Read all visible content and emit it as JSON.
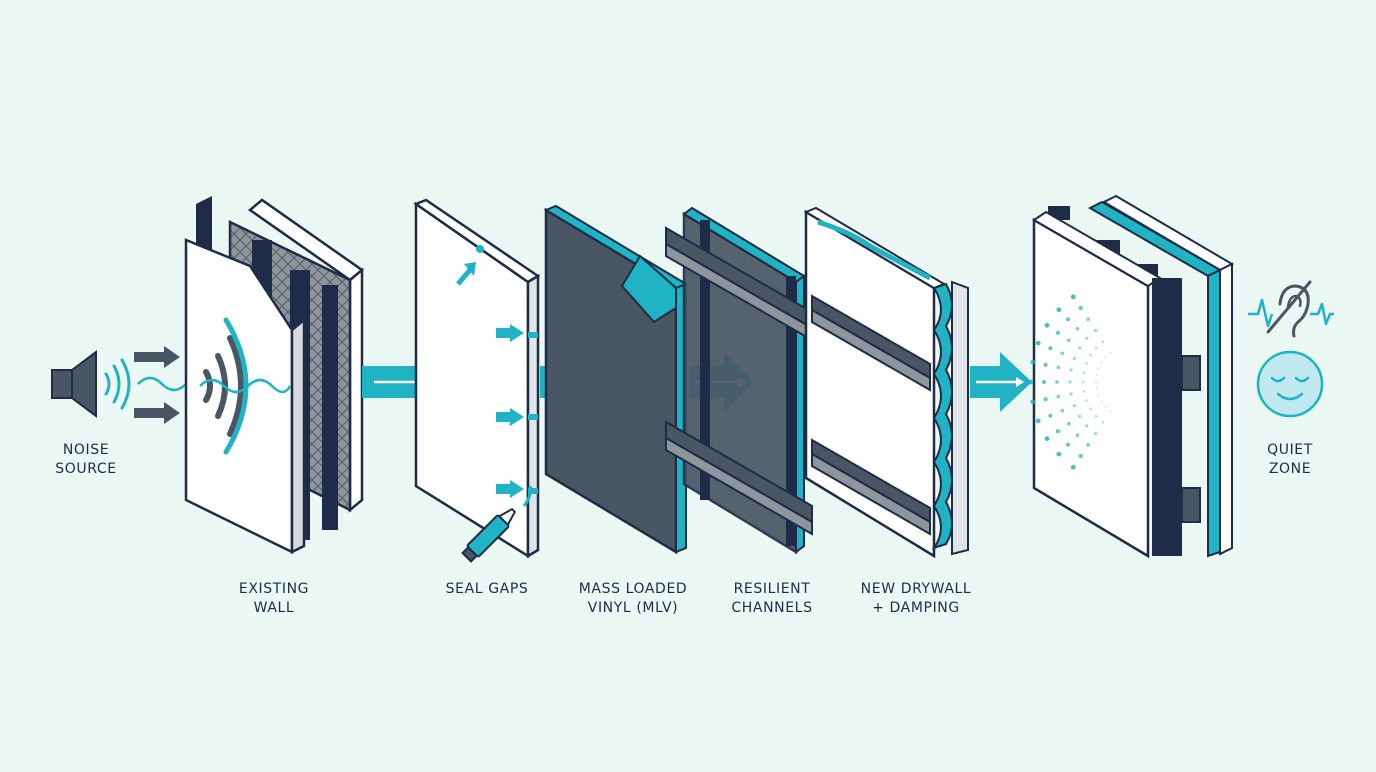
{
  "labels": {
    "noise_source": [
      "NOISE",
      "SOURCE"
    ],
    "existing_wall": [
      "EXISTING",
      "WALL"
    ],
    "seal_gaps": [
      "SEAL GAPS"
    ],
    "mlv": [
      "MASS LOADED",
      "VINYL (MLV)"
    ],
    "resilient_channels": [
      "RESILIENT",
      "CHANNELS"
    ],
    "new_drywall": [
      "NEW DRYWALL",
      "+ DAMPING"
    ],
    "quiet_zone": [
      "QUIET",
      "ZONE"
    ]
  },
  "colors": {
    "navy": "#1f2c47",
    "slate": "#4b5664",
    "teal": "#1fb3c4",
    "board": "#ffffff",
    "background": "#eaf7f3"
  },
  "icons": [
    "speaker-icon",
    "sound-wave-icon",
    "flow-arrow-icon",
    "caulk-gun-icon",
    "muted-ear-icon",
    "calm-face-icon"
  ]
}
